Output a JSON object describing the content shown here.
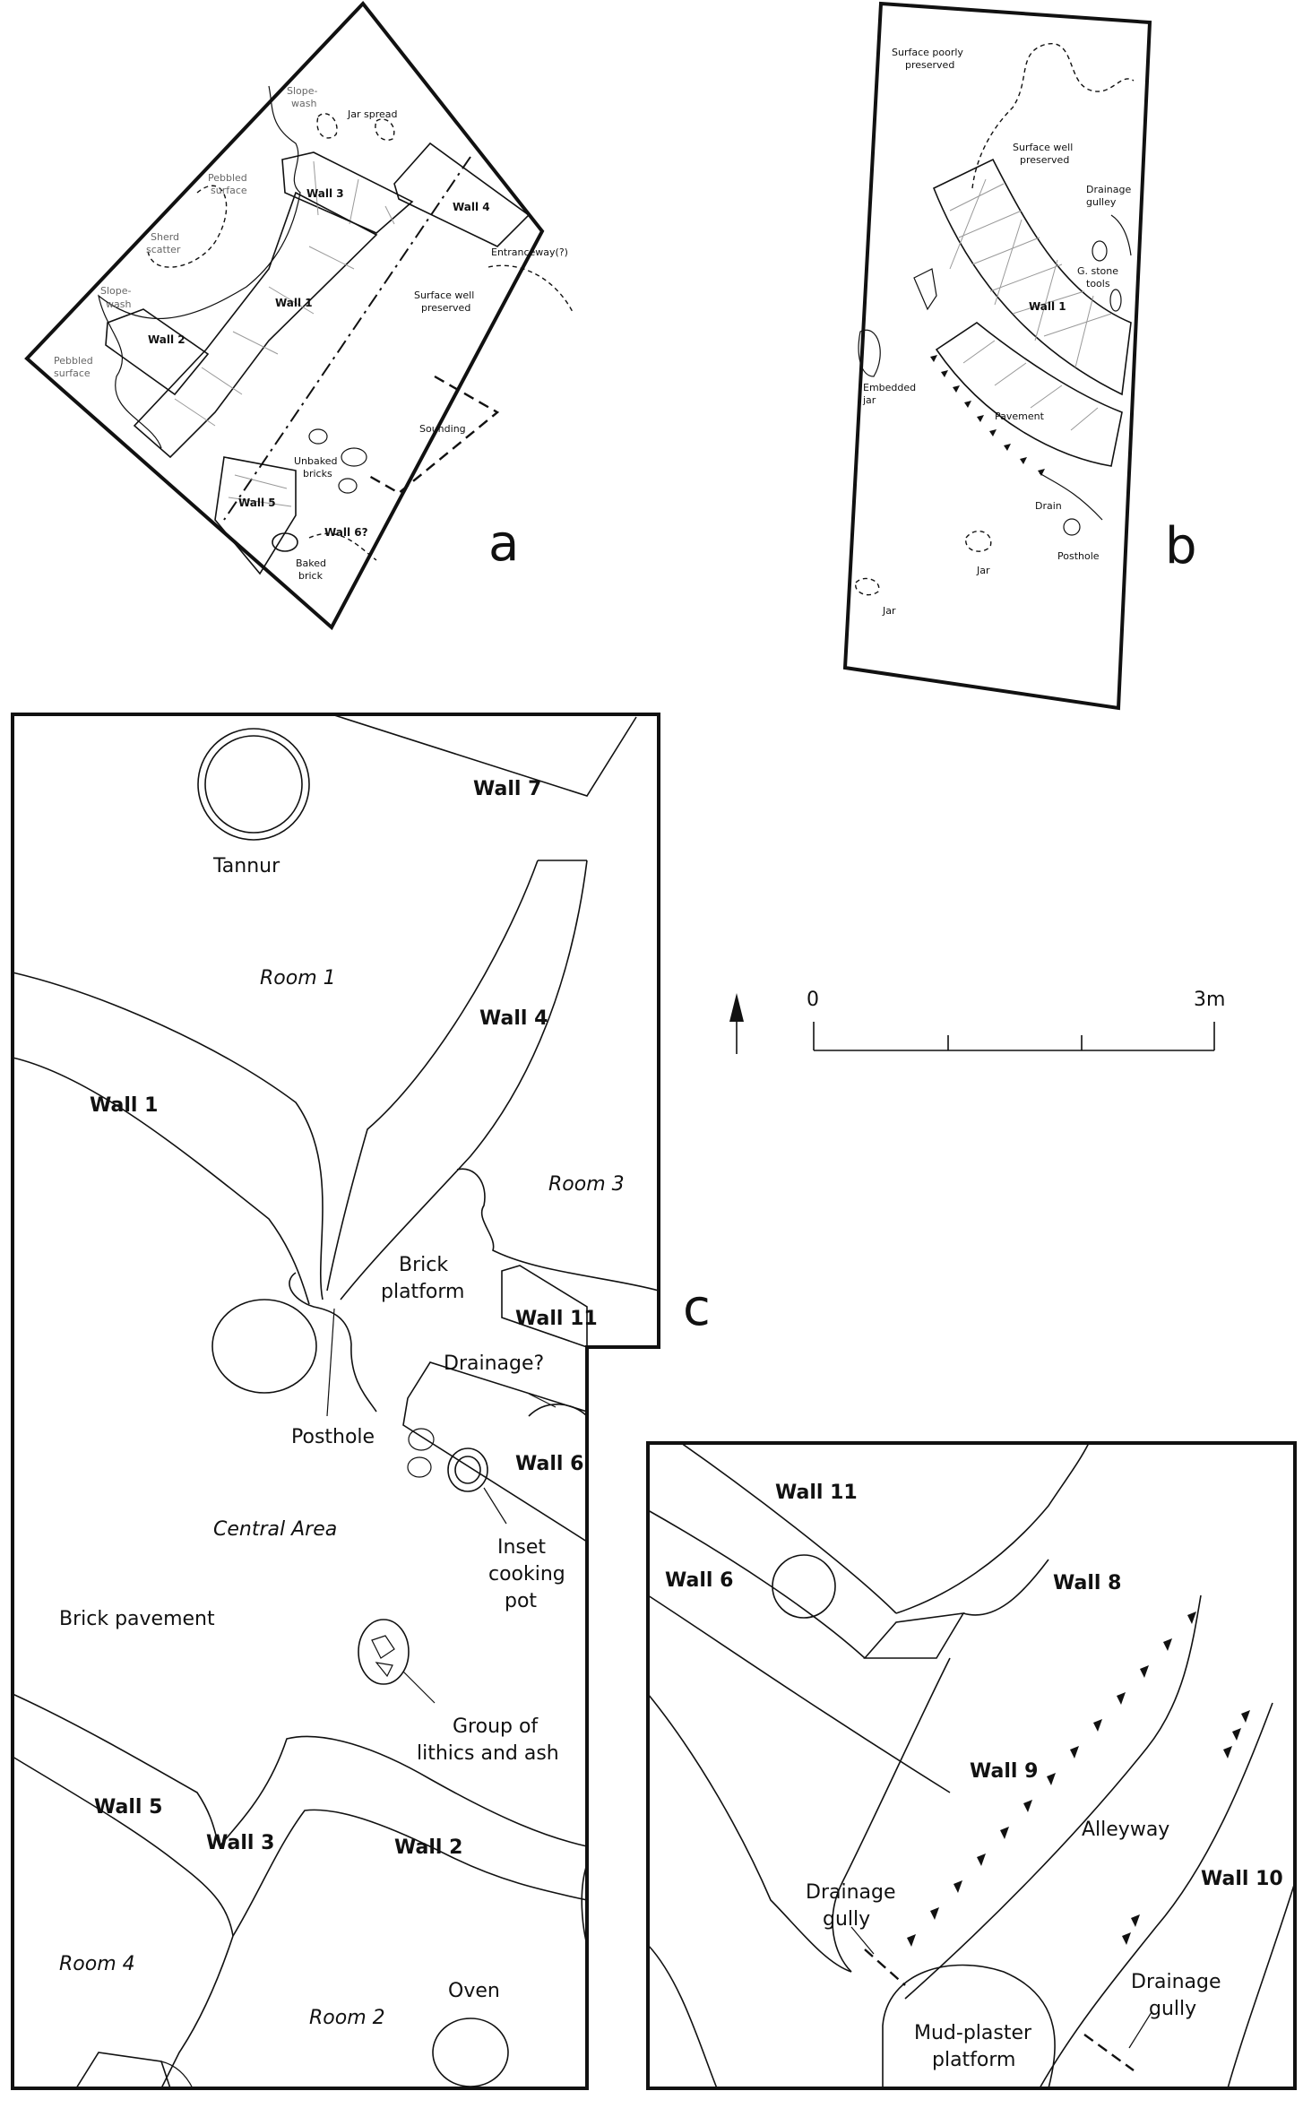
{
  "panel_a": {
    "letter": "a",
    "labels": {
      "slope_wash_top": "Slope-",
      "slope_wash_top2": "wash",
      "jar_spread": "Jar spread",
      "pebbled_surface_1": "Pebbled",
      "pebbled_surface_1b": "surface",
      "wall3": "Wall 3",
      "wall4": "Wall 4",
      "sherd_scatter": "Sherd",
      "sherd_scatter2": "scatter",
      "entranceway": "Entranceway(?)",
      "wall1": "Wall 1",
      "surface_well": "Surface well",
      "surface_well2": "preserved",
      "slope_wash_left": "Slope-",
      "slope_wash_left2": "wash",
      "wall2": "Wall 2",
      "pebbled_surface_2": "Pebbled",
      "pebbled_surface_2b": "surface",
      "sounding": "Sounding",
      "unbaked": "Unbaked",
      "unbaked2": "bricks",
      "wall5": "Wall 5",
      "wall6": "Wall 6?",
      "baked": "Baked",
      "baked2": "brick"
    }
  },
  "panel_b": {
    "letter": "b",
    "labels": {
      "surface_poorly": "Surface poorly",
      "surface_poorly2": "preserved",
      "surface_well": "Surface well",
      "surface_well2": "preserved",
      "drainage": "Drainage",
      "drainage2": "gulley",
      "gstone": "G. stone",
      "gstone2": "tools",
      "wall1": "Wall 1",
      "embedded": "Embedded",
      "embedded2": "jar",
      "pavement": "Pavement",
      "drain": "Drain",
      "posthole": "Posthole",
      "jar1": "Jar",
      "jar2": "Jar"
    }
  },
  "panel_c": {
    "letter": "c",
    "labels": {
      "tannur": "Tannur",
      "wall7": "Wall 7",
      "room1": "Room 1",
      "wall4": "Wall 4",
      "wall1": "Wall 1",
      "room3": "Room 3",
      "brick_platform": "Brick",
      "brick_platform2": "platform",
      "wall11": "Wall 11",
      "drainage": "Drainage?",
      "posthole": "Posthole",
      "wall6": "Wall 6",
      "inset": "Inset",
      "inset2": "cooking",
      "inset3": "pot",
      "central": "Central Area",
      "brick_pavement": "Brick pavement",
      "group": "Group of",
      "group2": "lithics and ash",
      "wall5": "Wall 5",
      "wall3": "Wall 3",
      "wall2": "Wall 2",
      "room4": "Room 4",
      "room2": "Room 2",
      "oven": "Oven"
    }
  },
  "scale": {
    "start": "0",
    "end": "3m"
  },
  "inset": {
    "labels": {
      "wall11": "Wall 11",
      "wall6": "Wall 6",
      "wall8": "Wall 8",
      "wall9": "Wall 9",
      "alleyway": "Alleyway",
      "wall10": "Wall 10",
      "drainage_gully_1": "Drainage",
      "drainage_gully_1b": "gully",
      "mudplaster": "Mud-plaster",
      "mudplaster2": "platform",
      "drainage_gully_2": "Drainage",
      "drainage_gully_2b": "gully"
    }
  }
}
